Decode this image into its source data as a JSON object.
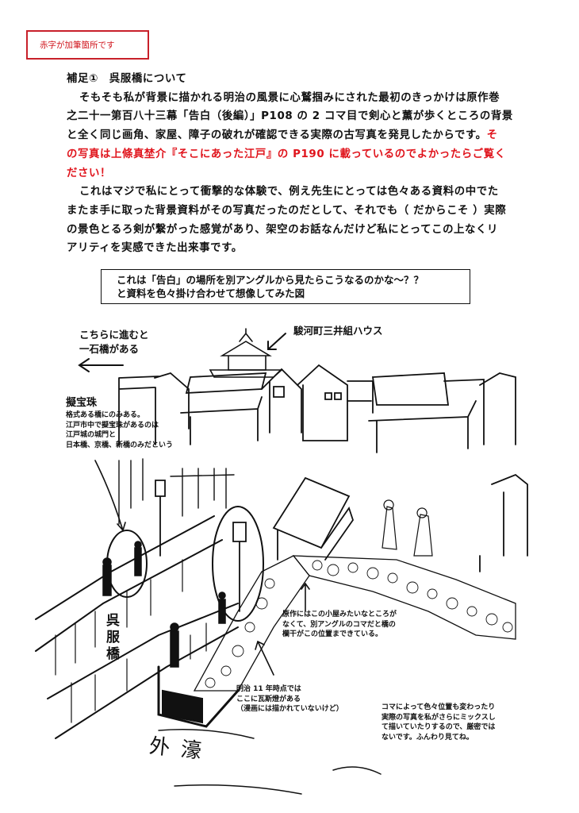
{
  "note_box": "赤字が加筆箇所です",
  "heading": "補足①　呉服橋について",
  "paragraph1": {
    "l1": "そもそも私が背景に描かれる明治の風景に心鷲掴みにされた最初のきっかけは原作巻",
    "l2": "之二十一第百八十三幕「告白（後編）」P108 の 2 コマ目で剣心と薫が歩くところの背景",
    "l3": "と全く同じ画角、家屋、障子の破れが確認できる実際の古写真を発見したからです。",
    "l3_red": "そ",
    "l4_red": "の写真は上條真埜介『そこにあった江戸』の P190 に載っているのでよかったらご覧く",
    "l5_red": "ださい！"
  },
  "paragraph2": {
    "l1": "これはマジで私にとって衝撃的な体験で、例え先生にとっては色々ある資料の中でた",
    "l2": "またま手に取った背景資料がその写真だったのだとして、それでも（ だからこそ ）実際",
    "l3": "の景色とるろ剣が繋がった感覚があり、架空のお話なんだけど私にとってこの上なくリ",
    "l4": "アリティを実感できた出来事です。"
  },
  "caption": {
    "l1": "これは「告白」の場所を別アングルから見たらこうなるのかな～？？",
    "l2": "と資料を色々掛け合わせて想像してみた図"
  },
  "illustration": {
    "direction_note": {
      "l1": "こちらに進むと",
      "l2": "一石橋がある"
    },
    "mitsui_house": "駿河町三井組ハウス",
    "giboshu_title": "擬宝珠",
    "giboshu_note": {
      "l1": "格式ある橋にのみある。",
      "l2": "江戸市中で擬宝珠があるのは",
      "l3": "江戸城の城門と",
      "l4": "日本橋、京橋、新橋のみだという"
    },
    "bridge_name": "呉服橋",
    "hut_note": {
      "l1": "原作にはこの小屋みたいなところが",
      "l2": "なくて、別アングルのコマだと橋の",
      "l3": "欄干がこの位置まできている。"
    },
    "gaslamp_note": {
      "l1": "明治 11 年時点では",
      "l2": "ここに瓦斯燈がある",
      "l3": "（漫画には描かれていないけど）"
    },
    "disclaimer": {
      "l1": "コマによって色々位置も変わったり",
      "l2": "実際の写真を私がさらにミックスし",
      "l3": "て描いていたりするので、厳密では",
      "l4": "ないです。ふんわり見てね。"
    },
    "moat_handwritten": "外濠"
  },
  "colors": {
    "accent_red": "#e0141c",
    "box_red": "#c8202a",
    "ink": "#111111"
  }
}
